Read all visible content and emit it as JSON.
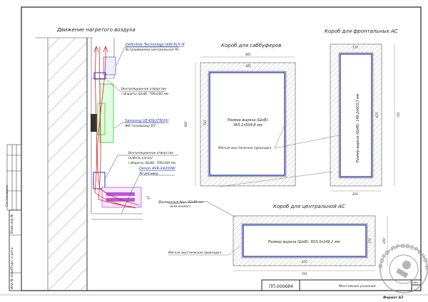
{
  "left_section": {
    "title": "Движение нагретого воздуха",
    "center_speaker_model": "Definitive Technology UIW RLS III",
    "center_speaker_desc": "Встраиваемая центральная АС",
    "vent_top_1": "Вентиляционное отверстие",
    "vent_top_2": "габариты (ШхВ): 700х100 мм",
    "tv_model": "Samsung UE-65JU7500U",
    "tv_desc": "ЖК-телевизор 65\"",
    "vent_bottom_1": "Вентиляционное отверстие",
    "vent_bottom_2": "(кабель канал)",
    "vent_bottom_3": "габариты (ШхВ): 700х100 мм",
    "receiver_model": "Denon AVR-X4200W",
    "receiver_desc": "AV-ресивер",
    "beam_1": "Деревянный брус 40х80 мм",
    "beam_2": "(или аналог)",
    "dim_small": "37"
  },
  "subwoofer_box": {
    "title": "Короб для саббуферов",
    "dim_outer_w": "465",
    "dim_inner_w": "385",
    "dim_outer_h": "605",
    "dim_inner_h": "525",
    "cutout_1": "Размер выреза (ШхВ):",
    "cutout_2": "365,1х504,8 мм",
    "pad_label": "Мягкая акустическая прокладка"
  },
  "front_box": {
    "title": "Короб для фронтальных АС",
    "dim_inner_w": "170",
    "dim_outer_w": "250",
    "dim_inner_h": "625",
    "dim_outer_h": "705",
    "cutout": "Размер выреза (ШхВ): 149,2х603,3 мм"
  },
  "center_box": {
    "title": "Короб для центральной АС",
    "cutout": "Размер выреза (ШхВ): 603,3х149,2 мм",
    "pad_label": "Мягкая акустическая прокладка",
    "dim_inner_w": "625",
    "dim_outer_w": "705",
    "dim_inner_h": "170",
    "dim_outer_h": "250"
  },
  "title_block": {
    "doc_number": "ПП.000684",
    "doc_title": "Монтажные указания",
    "sheet": "Лист",
    "format": "Формат А3"
  },
  "side_stamp": {
    "f1": "Согласовано",
    "f2": "Взам.инв.№",
    "f3": "Подп. и дата",
    "f4": "Инв.№ подл."
  },
  "watermark": "ФОТО ПРОВЕРЕНО И ОДОБРЕНО",
  "colors": {
    "air": "#dd2222",
    "tv": "#33cc33",
    "receiver": "#bb55dd",
    "blue": "#2233bb"
  }
}
